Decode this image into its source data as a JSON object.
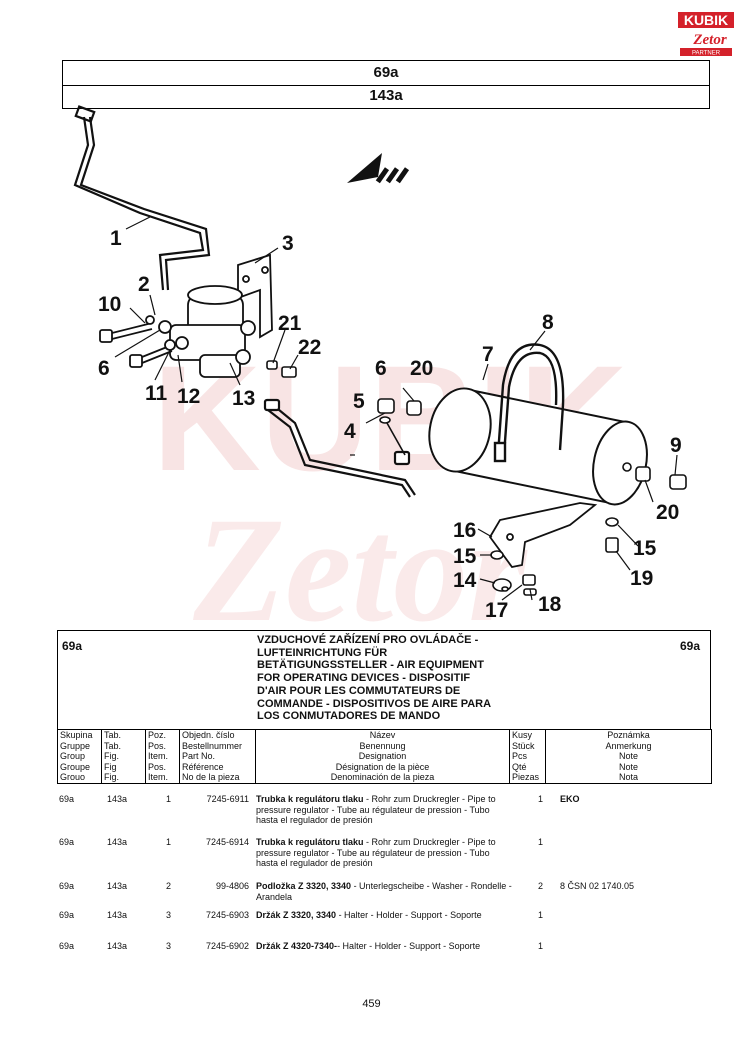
{
  "logo": {
    "brand": "KUBIK",
    "sub": "Zetor",
    "tag": "PARTNER"
  },
  "header": {
    "group": "69a",
    "table": "143a"
  },
  "diagram": {
    "labels": [
      "1",
      "2",
      "3",
      "10",
      "6",
      "11",
      "12",
      "13",
      "21",
      "22",
      "6",
      "20",
      "5",
      "4",
      "7",
      "8",
      "9",
      "20",
      "16",
      "15",
      "14",
      "17",
      "18",
      "15",
      "19"
    ]
  },
  "description": {
    "group_left": "69a",
    "group_right": "69a",
    "title_lines": [
      "VZDUCHOVÉ ZAŘÍZENÍ PRO OVLÁDAČE -",
      "LUFTEINRICHTUNG FÜR",
      "BETÄTIGUNGSSTELLER - AIR EQUIPMENT",
      "FOR OPERATING DEVICES - DISPOSITIF",
      "D'AIR POUR LES COMMUTATEURS DE",
      "COMMANDE - DISPOSITIVOS DE AIRE PARA",
      "LOS CONMUTADORES DE MANDO"
    ]
  },
  "columns": {
    "group": [
      "Skupina",
      "Gruppe",
      "Group",
      "Groupe",
      "Grouo"
    ],
    "table": [
      "Tab.",
      "Tab.",
      "Fig.",
      "Fig",
      "Fig."
    ],
    "pos": [
      "Poz.",
      "Pos.",
      "Item.",
      "Pos.",
      "Item."
    ],
    "order": [
      "Objedn. číslo",
      "Bestellnummer",
      "Part No.",
      "Référence",
      "No de la pieza"
    ],
    "name": [
      "Název",
      "Benennung",
      "Designation",
      "Désignation de la pièce",
      "Denominación de la pieza"
    ],
    "qty": [
      "Kusy",
      "Stück",
      "Pcs",
      "Qté",
      "Piezas"
    ],
    "note": [
      "Poznámka",
      "Anmerkung",
      "Note",
      "Note",
      "Nota"
    ]
  },
  "rows": [
    {
      "group": "69a",
      "table": "143a",
      "pos": "1",
      "order": "7245-6911",
      "name_bold": "Trubka k regulátoru tlaku",
      "name_rest": " - Rohr zum Druckregler - Pipe to pressure regulator - Tube au régulateur de pression - Tubo hasta el regulador de presión",
      "qty": "1",
      "note": "EKO"
    },
    {
      "group": "69a",
      "table": "143a",
      "pos": "1",
      "order": "7245-6914",
      "name_bold": "Trubka k regulátoru tlaku",
      "name_rest": " - Rohr zum Druckregler - Pipe to pressure regulator - Tube au régulateur de pression - Tubo hasta el regulador de presión",
      "qty": "1",
      "note": ""
    },
    {
      "group": "69a",
      "table": "143a",
      "pos": "2",
      "order": "99-4806",
      "name_bold": "Podložka Z 3320, 3340",
      "name_rest": " - Unterlegscheibe - Washer - Rondelle - Arandela",
      "qty": "2",
      "note": "8 ČSN 02 1740.05"
    },
    {
      "group": "69a",
      "table": "143a",
      "pos": "3",
      "order": "7245-6903",
      "name_bold": "Držák Z 3320, 3340",
      "name_rest": " - Halter - Holder - Support - Soporte",
      "qty": "1",
      "note": ""
    },
    {
      "group": "69a",
      "table": "143a",
      "pos": "3",
      "order": "7245-6902",
      "name_bold": "Držák Z 4320-7340-",
      "name_rest": "- Halter - Holder - Support - Soporte",
      "qty": "1",
      "note": ""
    }
  ],
  "page_number": "459",
  "colors": {
    "ink": "#111111",
    "logo_red": "#d4212a",
    "watermark": "#f3cfcf"
  }
}
